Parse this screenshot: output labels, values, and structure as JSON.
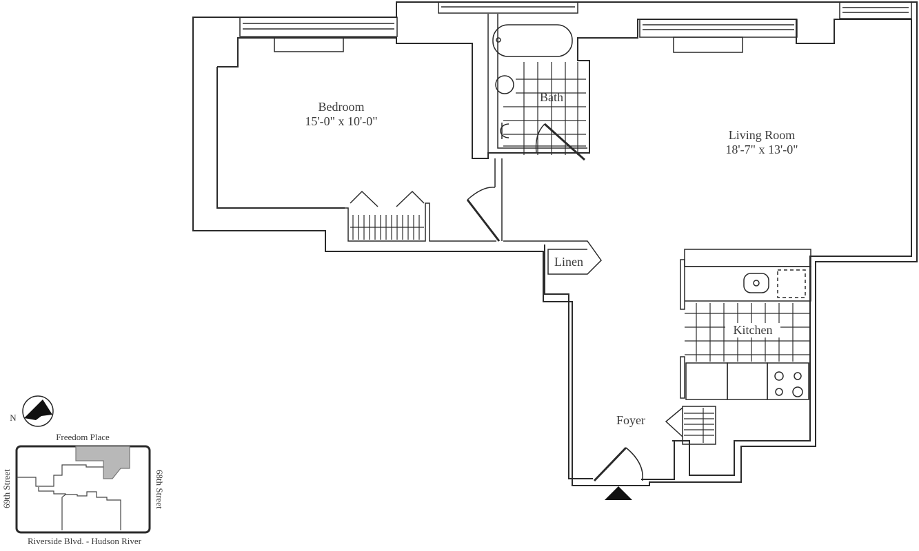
{
  "floor_plan": {
    "rooms": [
      {
        "id": "bedroom",
        "name": "Bedroom",
        "dimensions": "15'-0\" x 10'-0\""
      },
      {
        "id": "bath",
        "name": "Bath",
        "dimensions": ""
      },
      {
        "id": "living_room",
        "name": "Living Room",
        "dimensions": "18'-7\" x 13'-0\""
      },
      {
        "id": "linen",
        "name": "Linen",
        "dimensions": ""
      },
      {
        "id": "kitchen",
        "name": "Kitchen",
        "dimensions": ""
      },
      {
        "id": "foyer",
        "name": "Foyer",
        "dimensions": ""
      }
    ],
    "entrance_marker": "entrance-arrow"
  },
  "key_plan": {
    "compass_label": "N",
    "streets": {
      "top": "Freedom Place",
      "left": "69th Street",
      "right": "68th Street",
      "bottom": "Riverside Blvd. - Hudson River"
    },
    "highlight_color": "#b8b8b8"
  },
  "colors": {
    "line": "#2a2a2a",
    "text": "#3a3a3a",
    "background": "#ffffff"
  }
}
